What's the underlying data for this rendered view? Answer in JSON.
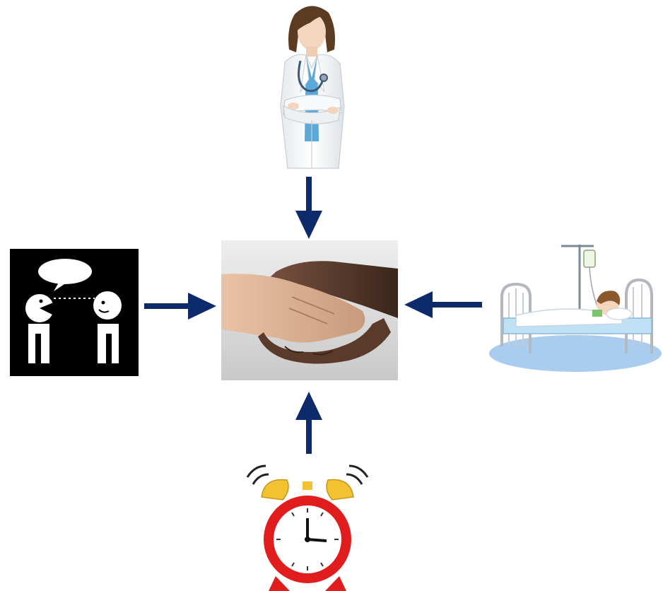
{
  "colors": {
    "arrow": "#0d2a6b",
    "clock_body": "#e01c1c",
    "clock_bells": "#f2c232",
    "doctor_coat": "#f4f6f8",
    "doctor_scrubs": "#5aa9d8",
    "bed_base": "#a9ccef",
    "panel_bg": "#000000"
  },
  "nodes": [
    {
      "id": "doctor",
      "icon": "doctor-icon"
    },
    {
      "id": "conversation",
      "icon": "conversation-icon"
    },
    {
      "id": "handshake",
      "icon": "handshake-icon"
    },
    {
      "id": "patient",
      "icon": "hospital-bed-patient-icon"
    },
    {
      "id": "clock",
      "icon": "alarm-clock-icon"
    }
  ],
  "edges": [
    {
      "from": "doctor",
      "to": "handshake"
    },
    {
      "from": "conversation",
      "to": "handshake"
    },
    {
      "from": "patient",
      "to": "handshake"
    },
    {
      "from": "clock",
      "to": "handshake"
    }
  ]
}
